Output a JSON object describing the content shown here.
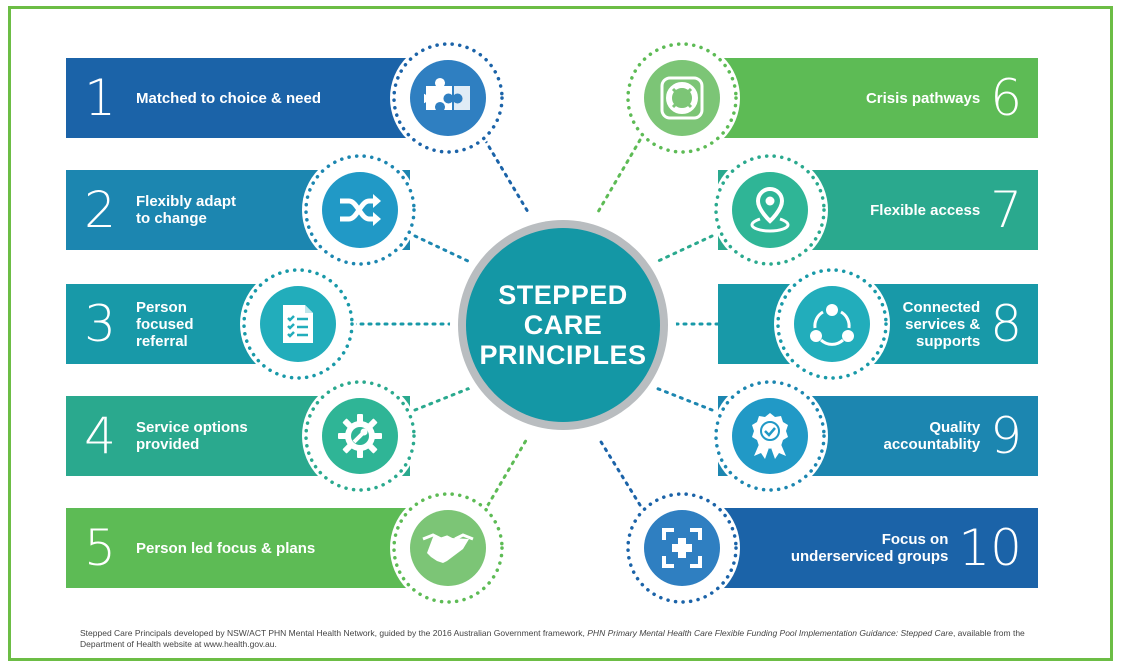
{
  "center": {
    "title": "STEPPED\nCARE\nPRINCIPLES"
  },
  "principles": [
    {
      "number": "1",
      "label": "Matched to choice & need",
      "icon": "puzzle-icon",
      "color": "#1b63a8"
    },
    {
      "number": "2",
      "label": "Flexibly adapt\nto change",
      "icon": "shuffle-icon",
      "color": "#1c86b0"
    },
    {
      "number": "3",
      "label": "Person\nfocused\nreferral",
      "icon": "checklist-document-icon",
      "color": "#1899a8"
    },
    {
      "number": "4",
      "label": "Service options\nprovided",
      "icon": "gear-wrench-icon",
      "color": "#2aa98e"
    },
    {
      "number": "5",
      "label": "Person led focus & plans",
      "icon": "handshake-icon",
      "color": "#5dbb55"
    },
    {
      "number": "6",
      "label": "Crisis pathways",
      "icon": "lifebuoy-icon",
      "color": "#5dbb55"
    },
    {
      "number": "7",
      "label": "Flexible access",
      "icon": "location-pin-icon",
      "color": "#2aa98e"
    },
    {
      "number": "8",
      "label": "Connected\nservices &\nsupports",
      "icon": "network-cycle-icon",
      "color": "#1899a8"
    },
    {
      "number": "9",
      "label": "Quality\naccountablity",
      "icon": "award-badge-icon",
      "color": "#1c86b0"
    },
    {
      "number": "10",
      "label": "Focus on\nunderserviced groups",
      "icon": "medical-cross-frame-icon",
      "color": "#1b63a8"
    }
  ],
  "footnote": {
    "text_before": "Stepped Care Principals developed by NSW/ACT PHN Mental Health Network, guided by the 2016 Australian Government framework, ",
    "italic": "PHN Primary Mental Health Care Flexible Funding Pool Implementation Guidance: Stepped Care",
    "text_after": ", available from the Department of Health website at www.health.gov.au."
  }
}
